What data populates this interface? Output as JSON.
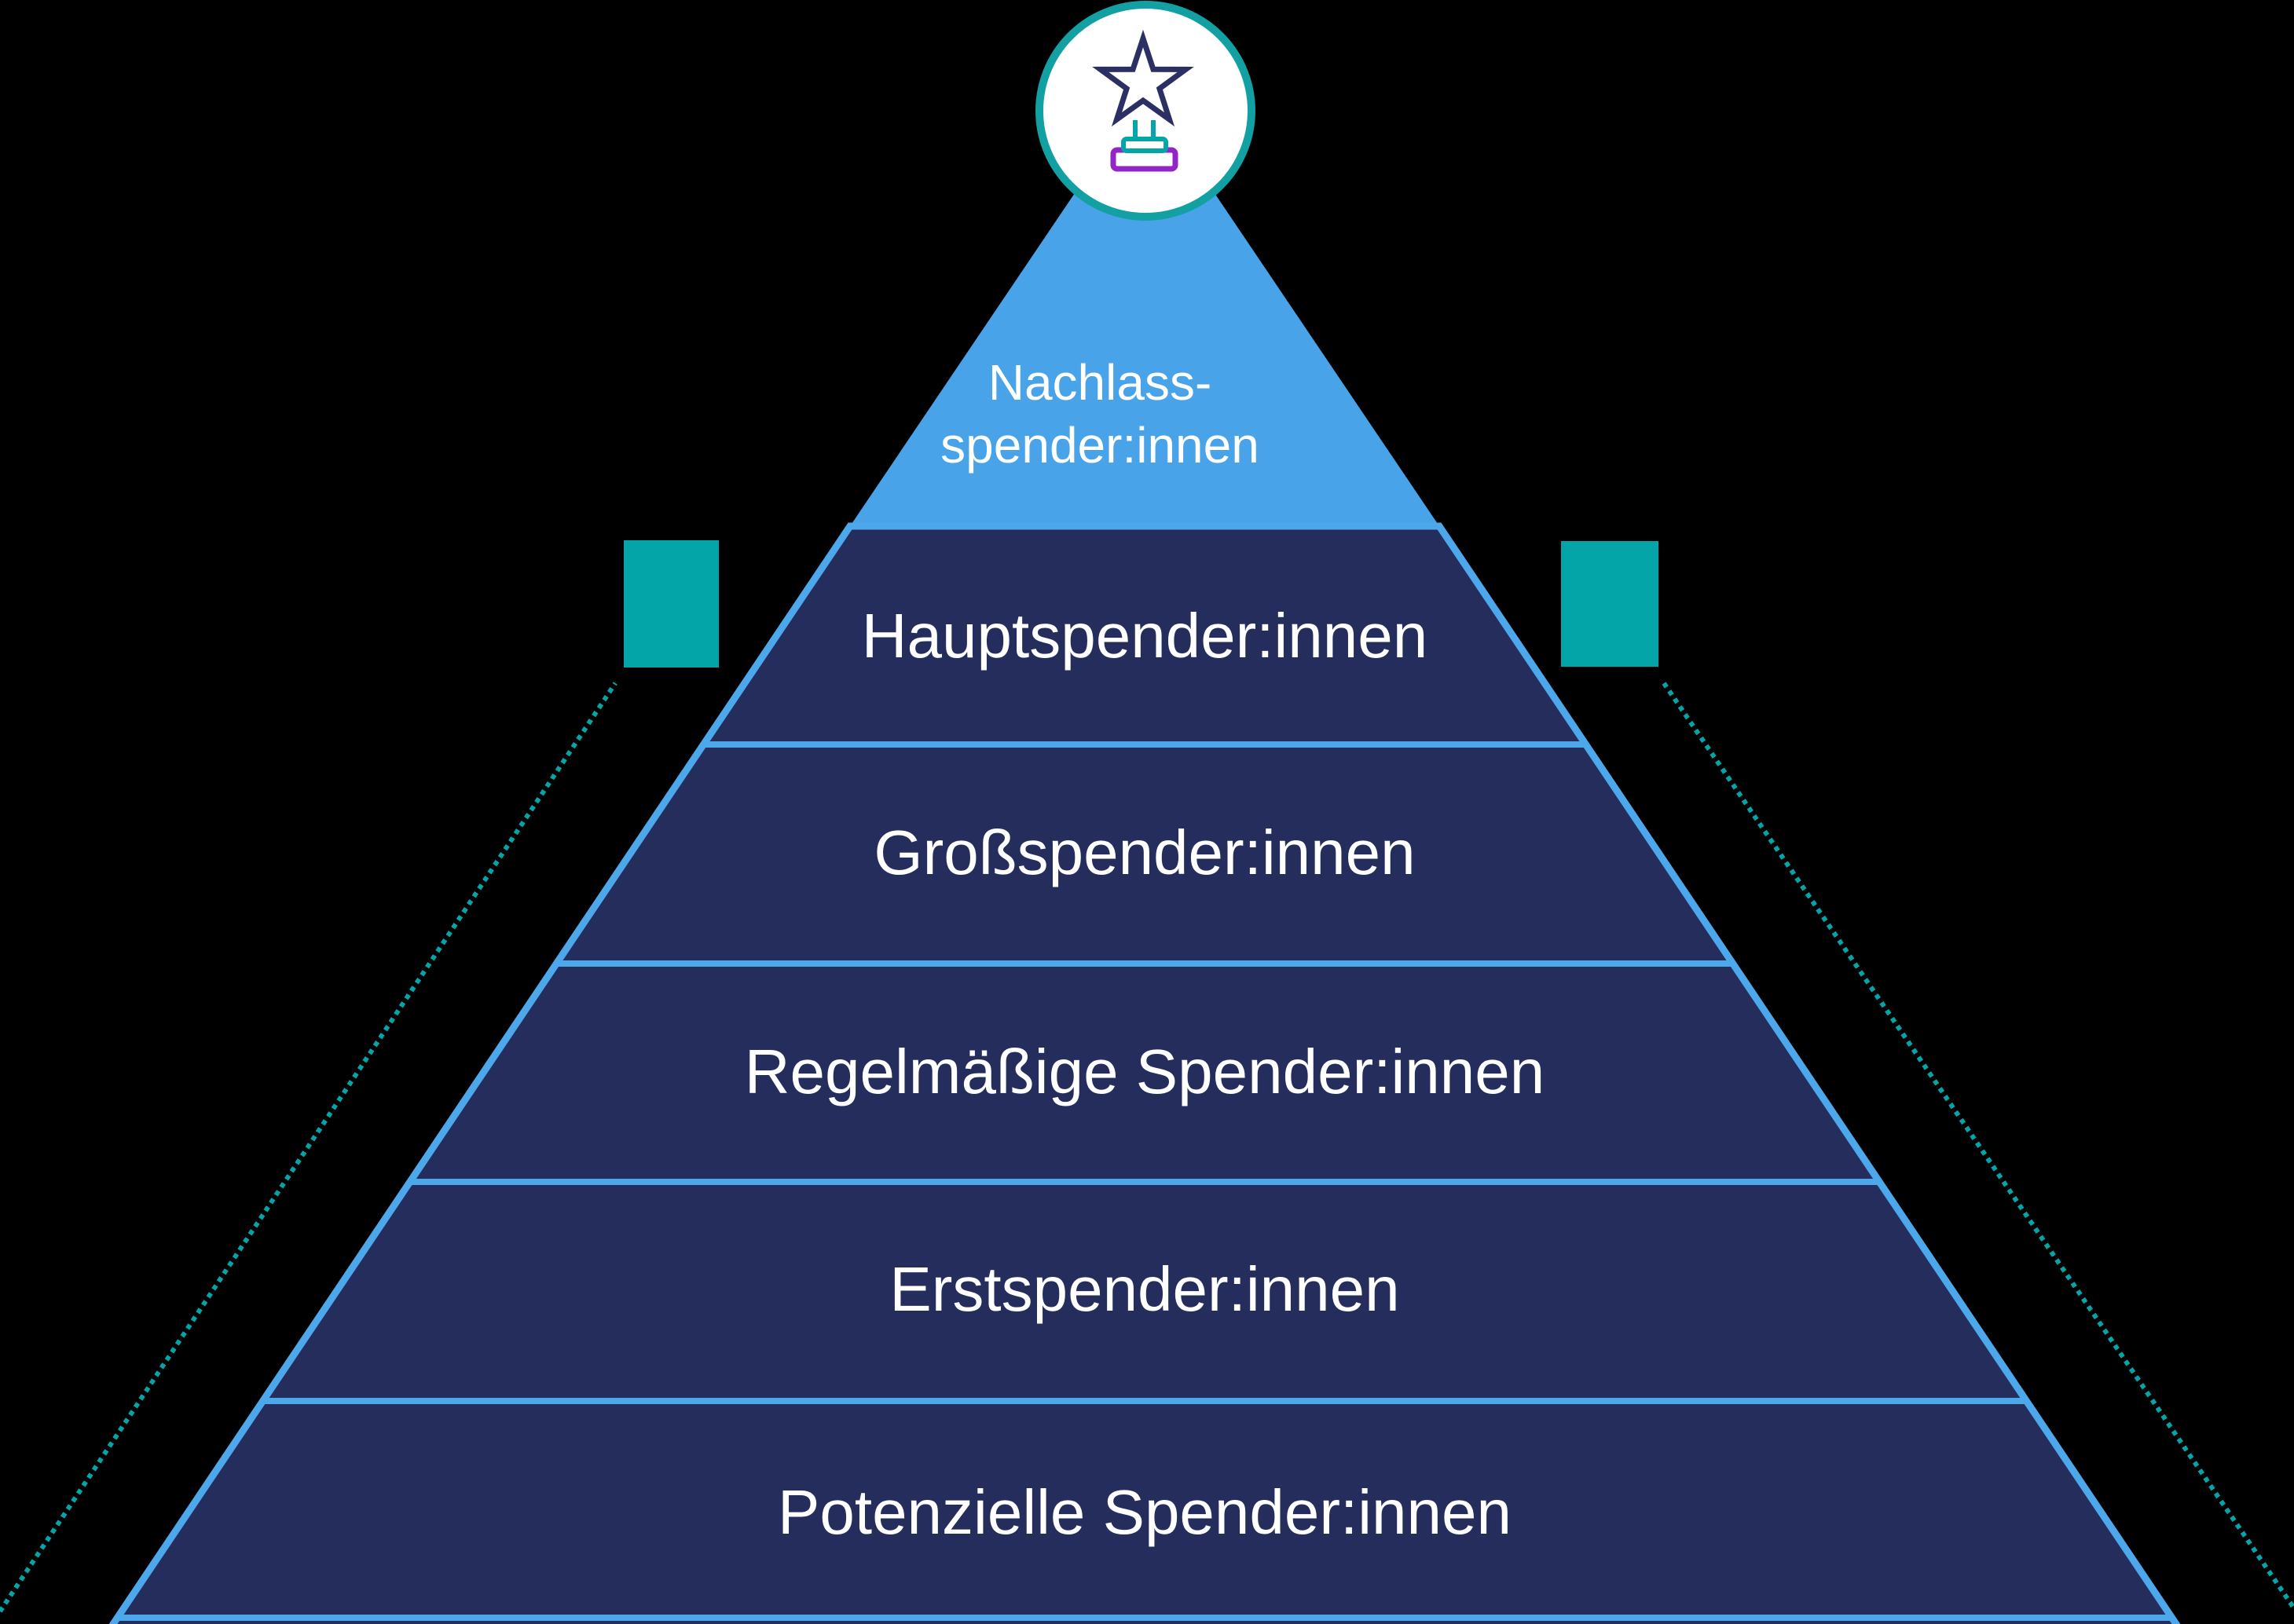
{
  "diagram": {
    "type": "pyramid",
    "description_visible_text_only": true,
    "colors": {
      "background": "#000000",
      "top_level_fill": "#49A3E9",
      "body_fill": "#252D5D",
      "border_blue": "#4DA7EB",
      "accent_teal": "#04A5A8",
      "circle_ring_teal": "#12A0A2",
      "star_navy": "#2B2F63",
      "trophy_purple": "#9324C6",
      "label_text": "#FFFFFF"
    }
  },
  "pyramid": {
    "levels": [
      {
        "line1": "Nachlass-",
        "line2": "spender:innen",
        "label": "Nachlass-spender:innen"
      },
      {
        "label": "Hauptspender:innen"
      },
      {
        "label": "Großspender:innen"
      },
      {
        "label": "Regelmäßige Spender:innen"
      },
      {
        "label": "Erstspender:innen"
      },
      {
        "label": "Potenzielle Spender:innen"
      }
    ]
  },
  "icons": {
    "badge": "trophy-star-icon"
  }
}
